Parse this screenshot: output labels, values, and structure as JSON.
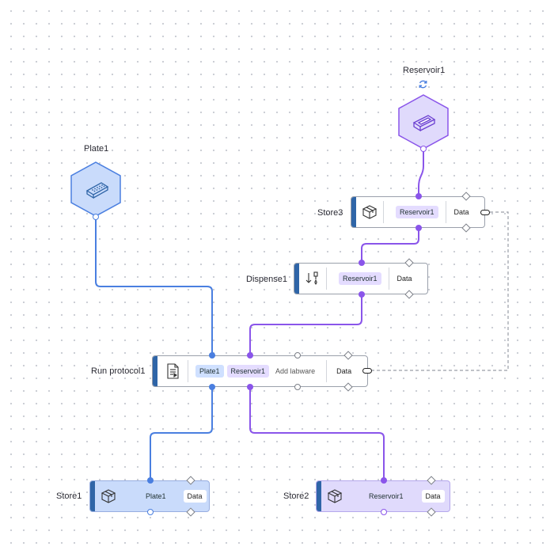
{
  "nodes": {
    "plate1_hex": {
      "label": "Plate1",
      "icon": "plate-icon"
    },
    "reservoir1_hex": {
      "label": "Reservoir1",
      "icon": "reservoir-icon",
      "status_icon": "refresh-icon"
    },
    "store3": {
      "label": "Store3",
      "icon": "store-box-icon",
      "chips": [
        "Reservoir1",
        "Data"
      ]
    },
    "dispense1": {
      "label": "Dispense1",
      "icon": "dispense-icon",
      "chips": [
        "Reservoir1",
        "Data"
      ]
    },
    "run_protocol1": {
      "label": "Run protocol1",
      "icon": "protocol-icon",
      "chips": [
        "Plate1",
        "Reservoir1",
        "Add labware",
        "Data"
      ]
    },
    "store1": {
      "label": "Store1",
      "icon": "store-box-icon",
      "chips": [
        "Plate1",
        "Data"
      ]
    },
    "store2": {
      "label": "Store2",
      "icon": "store-box-icon",
      "chips": [
        "Reservoir1",
        "Data"
      ]
    }
  },
  "colors": {
    "plate_wire": "#4a7fe0",
    "reservoir_wire": "#8a55ea",
    "data_wire": "#9a9ea6",
    "plate_fill": "#c9dbfb",
    "reservoir_fill": "#e0dafc",
    "accent": "#2f65a7"
  }
}
